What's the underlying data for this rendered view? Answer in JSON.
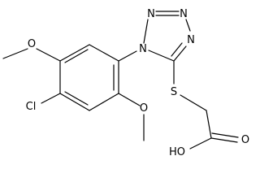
{
  "molecule": {
    "atoms": {
      "n1": "N",
      "n2": "N",
      "n3": "N",
      "n4": "N",
      "s": "S",
      "cl": "Cl",
      "oh": "HO",
      "o_carbonyl": "O",
      "o_top": "O",
      "o_bottom": "O"
    }
  }
}
